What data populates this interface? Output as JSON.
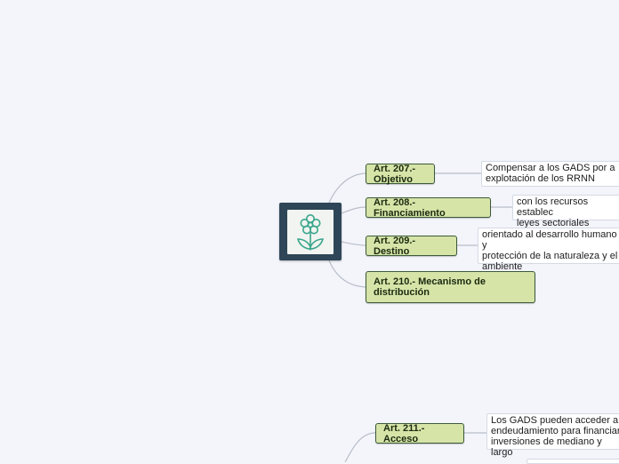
{
  "central": {
    "icon": "flower-icon"
  },
  "nodes": [
    {
      "label": "Art. 207.- Objetivo",
      "note": "Compensar a los GADS por a\nexplotación de los RRNN"
    },
    {
      "label": "Art. 208.- Financiamiento",
      "note": "con los recursos establec\nleyes sectoriales"
    },
    {
      "label": "Art. 209.- Destino",
      "note": "orientado al desarrollo humano y\nprotección de la naturaleza y el\nambiente"
    },
    {
      "label": "Art. 210.- Mecanismo de\ndistribución",
      "note": ""
    },
    {
      "label": "Art. 211.- Acceso",
      "note": "Los GADS pueden acceder a\nendeudamiento para financiar\ninversiones de mediano y largo"
    }
  ],
  "colors": {
    "background": "#f3f5fb",
    "node_fill": "#d6e4a8",
    "node_border": "#3c5a3a",
    "central_fill": "#2e4657",
    "connector": "#b9bec8",
    "flower": "#3aa58c"
  }
}
